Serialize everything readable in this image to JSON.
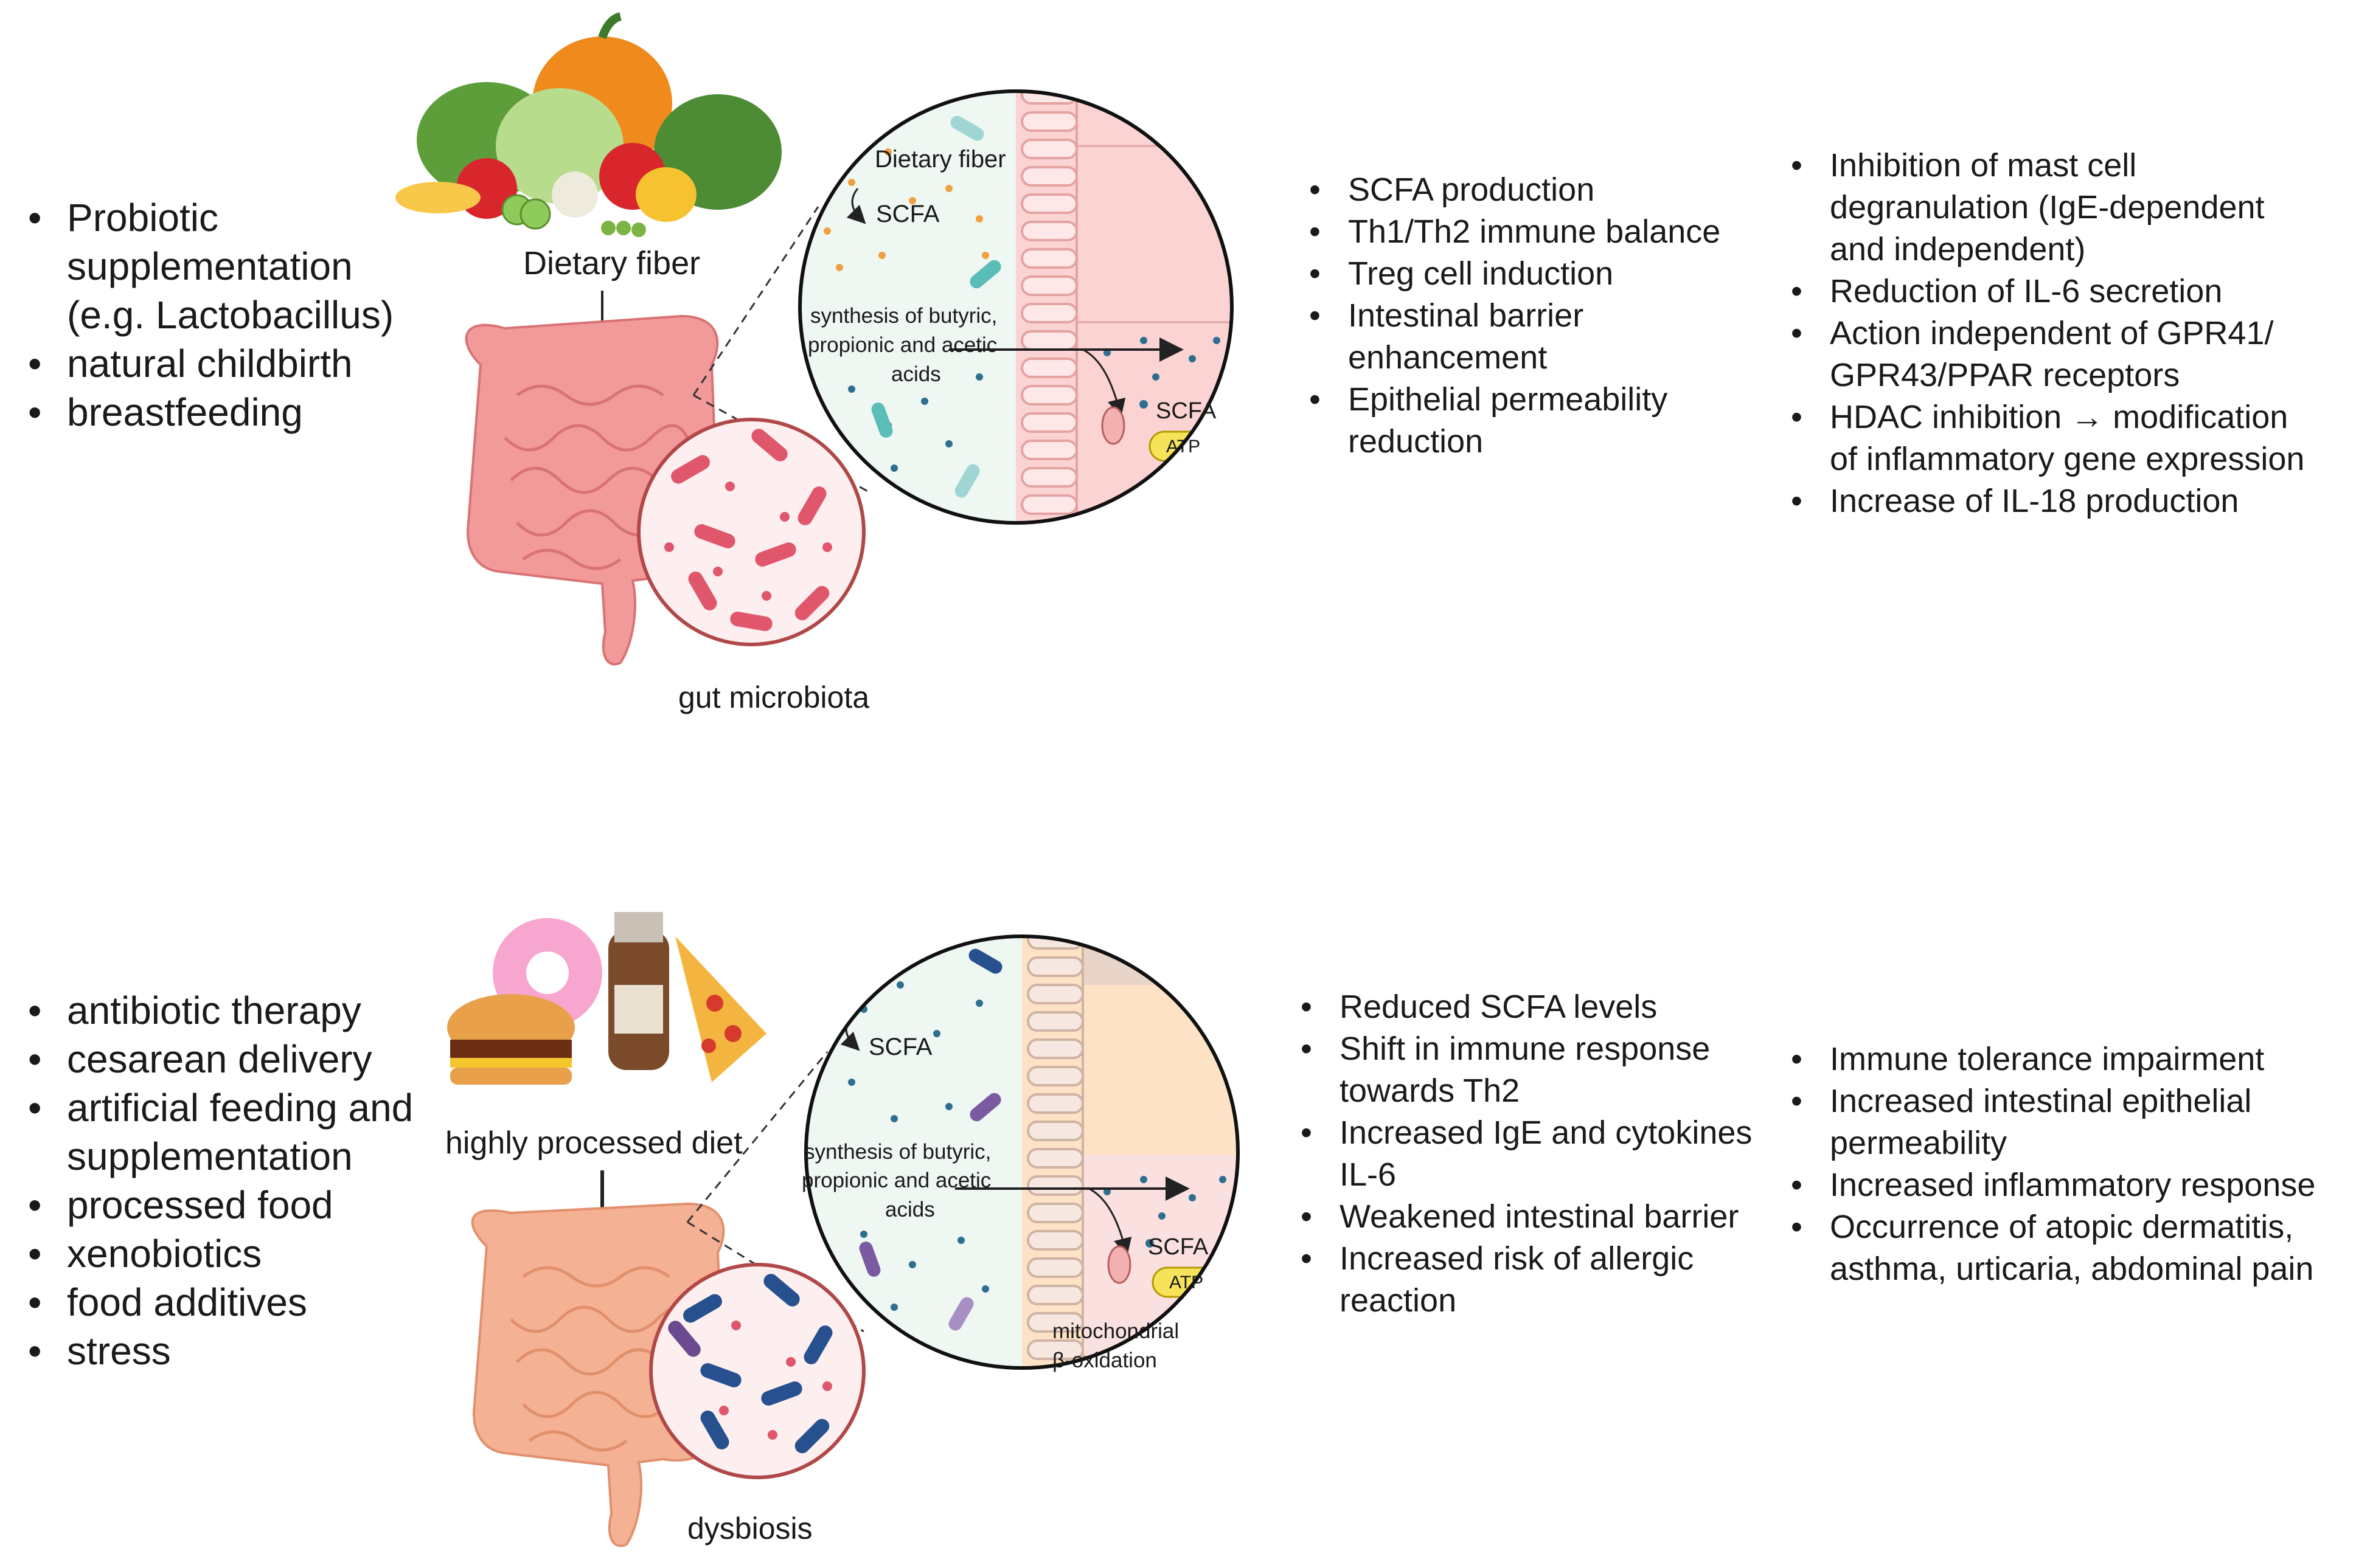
{
  "colors": {
    "intestine_healthy": "#f29a9a",
    "intestine_dysbiosis": "#f5b193",
    "lumen": "#eef7f2",
    "tissue": "#fbd3d3",
    "tissue_dys": "#fde2c6",
    "bacteria_healthy": "#e0566b",
    "bacteria_dys": "#27508f",
    "atp": "#f7e35a"
  },
  "top": {
    "factors": [
      "Probiotic supplementation (e.g. Lactobacillus)",
      "natural childbirth",
      "breastfeeding"
    ],
    "diet_label": "Dietary fiber",
    "microbiota_label": "gut microbiota",
    "zoom": {
      "fiber_label": "Dietary fiber",
      "scfa_label": "SCFA",
      "synthesis_line1": "synthesis of butyric,",
      "synthesis_line2": "propionic and acetic",
      "synthesis_line3": "acids",
      "scfa_cell_label": "SCFA",
      "atp_label": "ATP"
    },
    "effects": [
      "SCFA production",
      "Th1/Th2 immune balance",
      "Treg cell induction",
      "Intestinal barrier enhancement",
      "Epithelial permeability reduction"
    ],
    "outcomes": [
      "Inhibition of mast cell degranulation (IgE-dependent and independent)",
      "Reduction of IL-6 secretion",
      "Action independent of GPR41/ GPR43/PPAR receptors",
      "HDAC inhibition → modification of inflammatory gene expression",
      "Increase of IL-18 production"
    ]
  },
  "bottom": {
    "factors": [
      "antibiotic therapy",
      "cesarean delivery",
      "artificial feeding and supplementation",
      "processed food",
      "xenobiotics",
      "food additives",
      "stress"
    ],
    "diet_label": "highly processed diet",
    "microbiota_label": "dysbiosis",
    "zoom": {
      "scfa_label": "SCFA",
      "synthesis_line1": "synthesis of butyric,",
      "synthesis_line2": "propionic and acetic",
      "synthesis_line3": "acids",
      "scfa_cell_label": "SCFA",
      "atp_label": "ATP",
      "mito_line1": "mitochondrial",
      "mito_line2": "β-oxidation"
    },
    "effects": [
      "Reduced SCFA levels",
      "Shift in immune response towards Th2",
      "Increased IgE and cytokines IL-6",
      "Weakened intestinal barrier",
      "Increased risk of allergic reaction"
    ],
    "outcomes": [
      "Immune tolerance impairment",
      "Increased intestinal epithelial permeability",
      "Increased inflammatory response",
      "Occurrence of atopic dermatitis, asthma, urticaria, abdominal pain"
    ]
  }
}
